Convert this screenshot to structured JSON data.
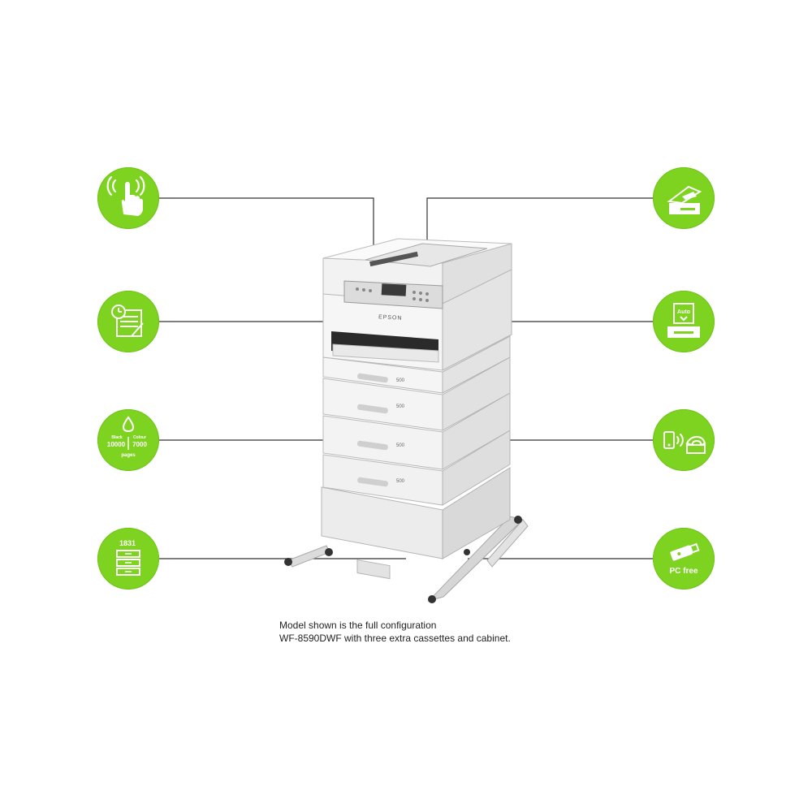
{
  "caption": {
    "line1": "Model shown is the full configuration",
    "line2": "WF-8590DWF with three extra cassettes and cabinet."
  },
  "features": {
    "left": [
      {
        "icon": "touch-panel-icon"
      },
      {
        "icon": "fast-print-icon"
      },
      {
        "icon": "ink-yield-icon",
        "black_label": "Black",
        "colour_label": "Colour",
        "black_pages": "10000",
        "colour_pages": "7000",
        "pages_label": "pages"
      },
      {
        "icon": "paper-capacity-icon",
        "capacity": "1831"
      }
    ],
    "right": [
      {
        "icon": "scanner-adf-icon"
      },
      {
        "icon": "auto-duplex-icon",
        "auto_label": "Auto"
      },
      {
        "icon": "mobile-fax-icon"
      },
      {
        "icon": "usb-pc-free-icon",
        "pc_free_label": "PC free"
      }
    ]
  },
  "printer": {
    "brand": "EPSON",
    "tray_labels": [
      "500",
      "500",
      "500",
      "500"
    ]
  },
  "colors": {
    "accent": "#7ed321",
    "line": "#333333"
  }
}
